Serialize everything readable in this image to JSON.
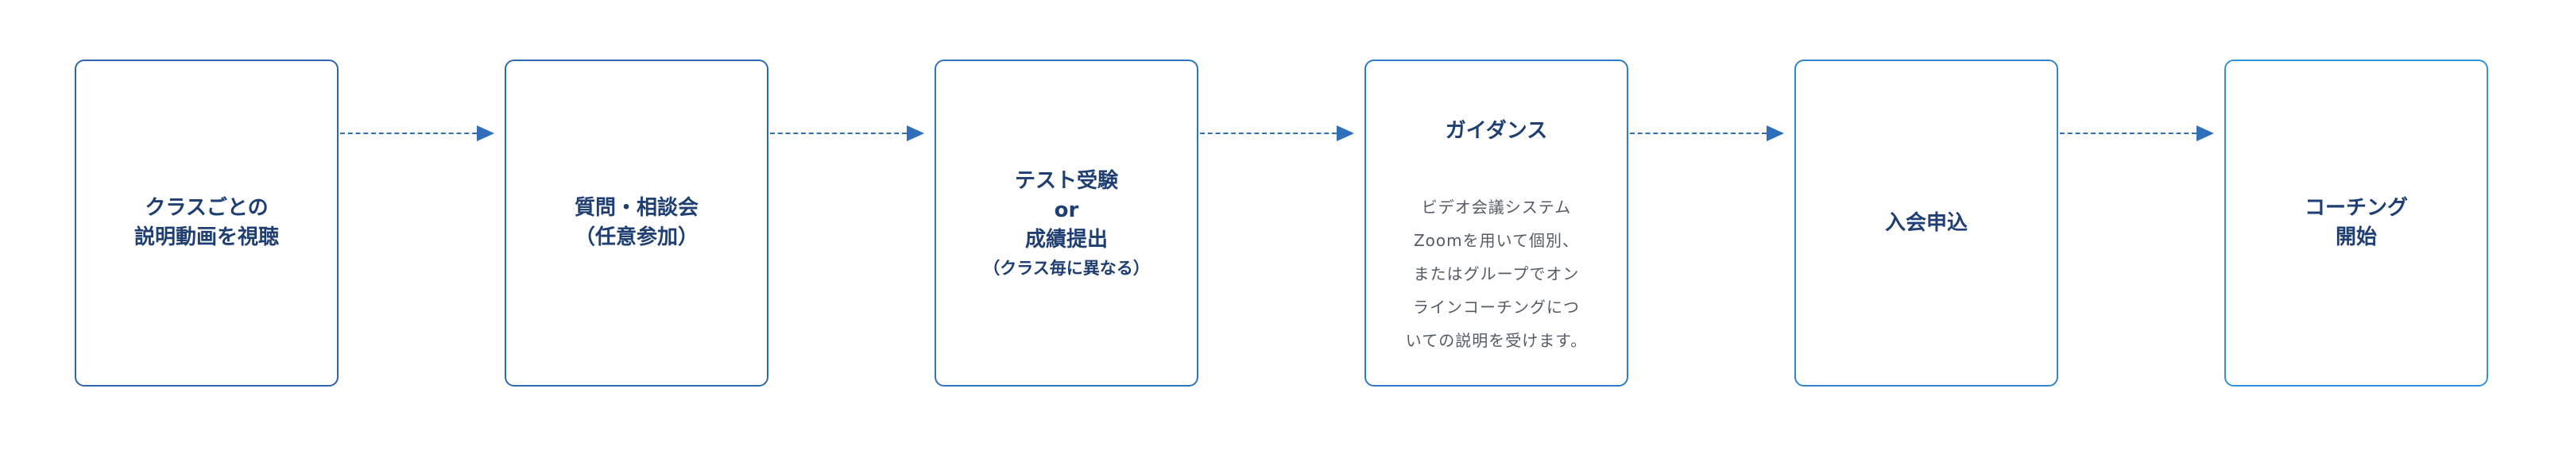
{
  "flow": {
    "steps": [
      {
        "title_lines": [
          "クラスごとの",
          "説明動画を視聴"
        ]
      },
      {
        "title_lines": [
          "質問・相談会",
          "（任意参加）"
        ]
      },
      {
        "title_lines": [
          "テスト受験",
          "or",
          "成績提出"
        ],
        "note": "（クラス毎に異なる）"
      },
      {
        "title_lines": [
          "ガイダンス"
        ],
        "description_lines": [
          "ビデオ会議システム",
          "Zoomを用いて個別、",
          "またはグループでオン",
          "ラインコーチングにつ",
          "いての説明を受けます。"
        ]
      },
      {
        "title_lines": [
          "入会申込"
        ]
      },
      {
        "title_lines": [
          "コーチング",
          "開始"
        ]
      }
    ]
  }
}
